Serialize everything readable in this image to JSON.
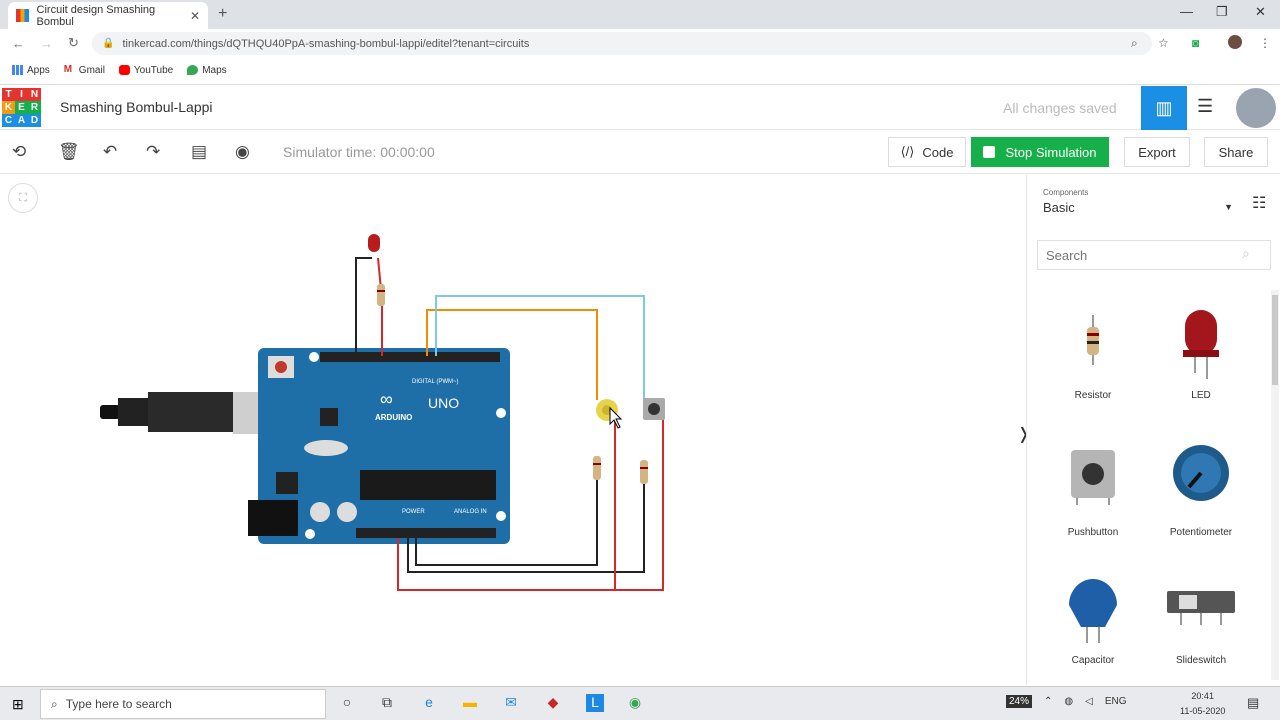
{
  "browser": {
    "tab_title": "Circuit design Smashing Bombul",
    "url": "tinkercad.com/things/dQTHQU40PpA-smashing-bombul-lappi/editel?tenant=circuits",
    "bookmarks": [
      "Apps",
      "Gmail",
      "YouTube",
      "Maps"
    ]
  },
  "header": {
    "logo_letters": [
      "T",
      "I",
      "N",
      "K",
      "E",
      "R",
      "C",
      "A",
      "D"
    ],
    "project_name": "Smashing Bombul-Lappi",
    "save_status": "All changes saved"
  },
  "toolbar": {
    "sim_time": "Simulator time: 00:00:00",
    "code_label": "Code",
    "stop_label": "Stop Simulation",
    "export_label": "Export",
    "share_label": "Share"
  },
  "board": {
    "brand": "ARDUINO",
    "model": "UNO",
    "digital_label": "DIGITAL (PWM~)",
    "power_label": "POWER",
    "analog_label": "ANALOG IN"
  },
  "panel": {
    "components_label": "Components",
    "components_value": "Basic",
    "search_placeholder": "Search",
    "items": [
      {
        "label": "Resistor",
        "icon": "resistor-icon"
      },
      {
        "label": "LED",
        "icon": "led-icon"
      },
      {
        "label": "Pushbutton",
        "icon": "pushbutton-icon"
      },
      {
        "label": "Potentiometer",
        "icon": "potentiometer-icon"
      },
      {
        "label": "Capacitor",
        "icon": "capacitor-icon"
      },
      {
        "label": "Slideswitch",
        "icon": "slideswitch-icon"
      }
    ]
  },
  "taskbar": {
    "search_placeholder": "Type here to search",
    "battery": "24%",
    "language": "ENG",
    "time": "20:41",
    "date": "11-05-2020"
  },
  "colors": {
    "accent_blue": "#1a8fe3",
    "stop_green": "#16b04b",
    "arduino_blue": "#1e6fa8"
  }
}
